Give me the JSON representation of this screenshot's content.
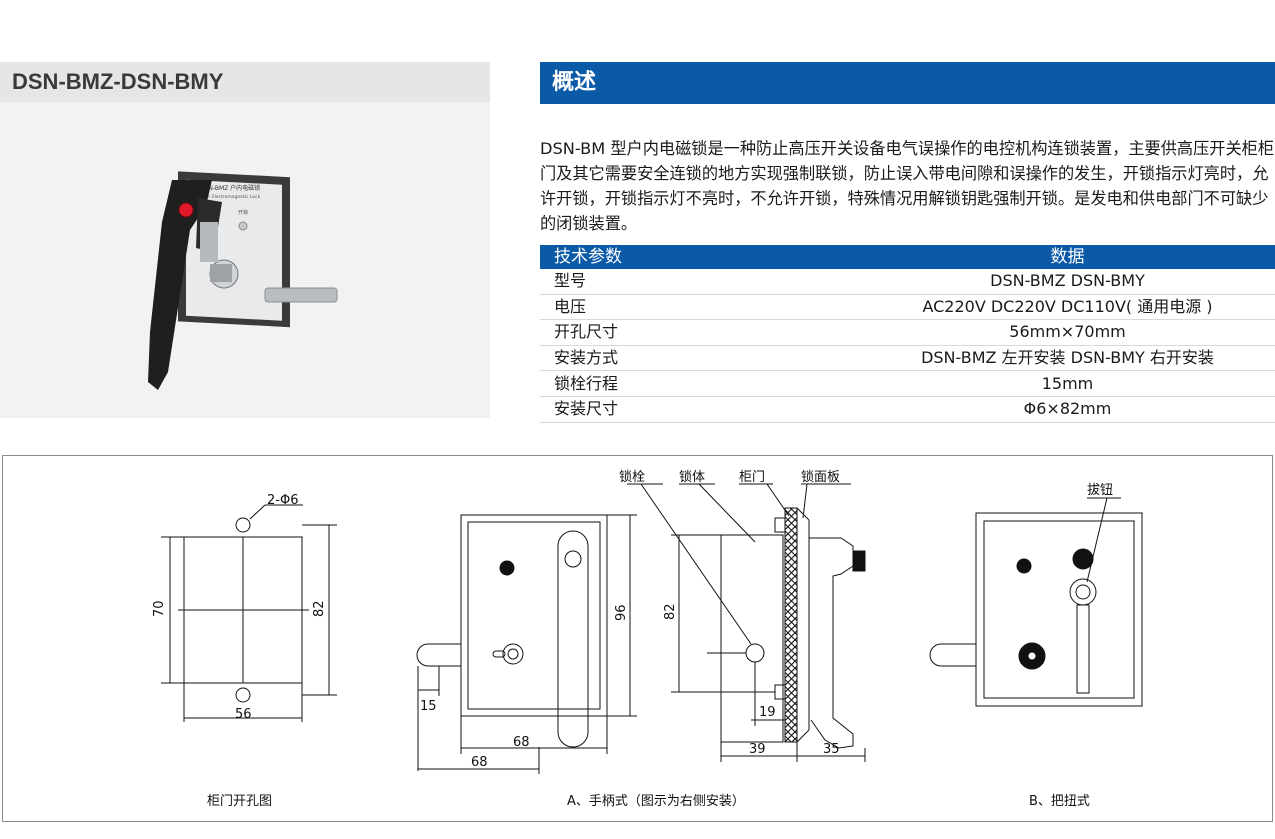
{
  "product": {
    "title": "DSN-BMZ-DSN-BMY"
  },
  "photo": {
    "label_model": "DSN-BMZ 户内电磁锁",
    "label_sub": "Indoor Electromagnetic Lock",
    "indicator_label": "开锁"
  },
  "section": {
    "title": "概述"
  },
  "overview": {
    "text": "DSN-BM 型户内电磁锁是一种防止高压开关设备电气误操作的电控机构连锁装置，主要供高压开关柜柜门及其它需要安全连锁的地方实现强制联锁，防止误入带电间隙和误操作的发生，开锁指示灯亮时，允许开锁，开锁指示灯不亮时，不允许开锁，特殊情况用解锁钥匙强制开锁。是发电和供电部门不可缺少的闭锁装置。"
  },
  "specs": {
    "header": {
      "param": "技术参数",
      "data": "数据"
    },
    "rows": [
      {
        "param": "型号",
        "value": "DSN-BMZ DSN-BMY"
      },
      {
        "param": "电压",
        "value": "AC220V  DC220V  DC110V( 通用电源 )"
      },
      {
        "param": "开孔尺寸",
        "value": "56mm×70mm"
      },
      {
        "param": "安装方式",
        "value": "DSN-BMZ 左开安装  DSN-BMY 右开安装"
      },
      {
        "param": "锁栓行程",
        "value": "15mm"
      },
      {
        "param": "安装尺寸",
        "value": "Φ6×82mm"
      }
    ]
  },
  "drawing": {
    "cutout": {
      "hole_label": "2-Φ6",
      "height": "70",
      "total_height": "82",
      "width": "56",
      "caption": "柜门开孔图"
    },
    "handle": {
      "height": "96",
      "offset": "15",
      "width_inner": "68",
      "width_outer": "68",
      "caption": "A、手柄式（图示为右侧安装）"
    },
    "side": {
      "label_bolt": "锁栓",
      "label_body": "锁体",
      "label_door": "柜门",
      "label_panel": "锁面板",
      "height": "82",
      "depth_a": "19",
      "depth_b": "39",
      "depth_c": "35"
    },
    "knob": {
      "label_knob": "拔钮",
      "caption": "B、把扭式"
    }
  },
  "colors": {
    "accent": "#0b5aa8",
    "indicator": "#e0192b"
  }
}
